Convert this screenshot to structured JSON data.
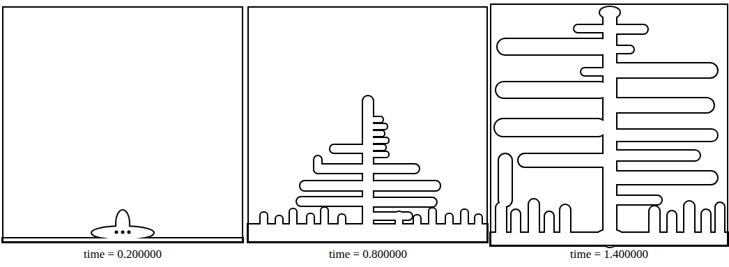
{
  "diagram": {
    "labels": [
      "time = 0.200000",
      "time = 0.800000",
      "time = 1.400000"
    ]
  }
}
